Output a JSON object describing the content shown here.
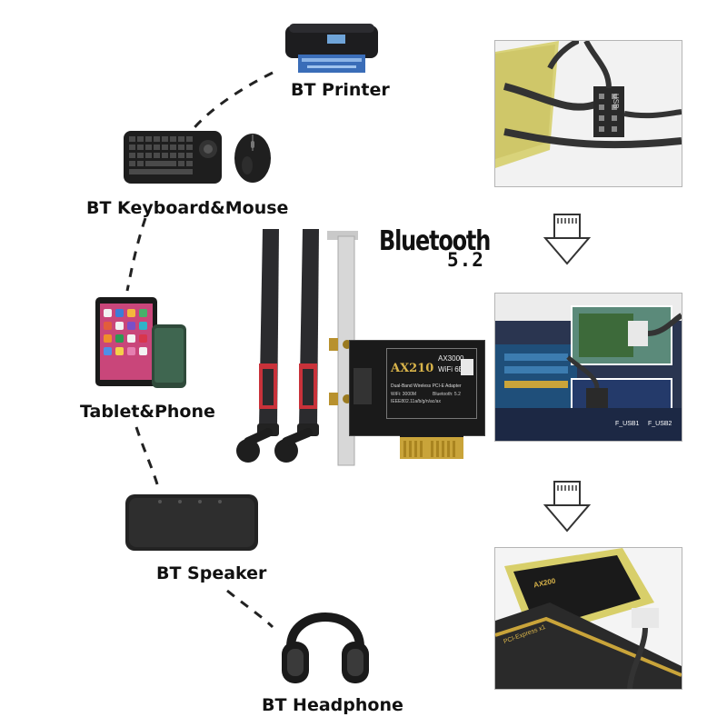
{
  "devices": {
    "printer_label": "BT Printer",
    "keyboard_mouse_label": "BT Keyboard&Mouse",
    "tablet_phone_label": "Tablet&Phone",
    "speaker_label": "BT Speaker",
    "headphone_label": "BT Headphone"
  },
  "adapter": {
    "bluetooth_title": "Bluetooth",
    "bluetooth_version": "5.2",
    "card_model": "AX210",
    "card_speed": "AX3000",
    "card_wifi": "WiFi 6E",
    "card_description": "Dual-Band Wireless PCI-E Adapter",
    "card_spec_wifi": "WiFi: 3000M",
    "card_spec_bt": "Bluetooth: 5.2",
    "card_spec_standard": "IEEE802.11a/b/g/n/ac/ax"
  },
  "install_steps": {
    "usb_header_label": "USB",
    "motherboard_label_1": "F_USB1",
    "motherboard_label_2": "F_USB2",
    "m2_card_label": "AX200",
    "m2_slot_label": "PCI-Express x1"
  },
  "colors": {
    "antenna_body": "#2b2b2e",
    "antenna_accent": "#c8323a",
    "card_pcb": "#1a1a1a",
    "bracket": "#d7d7d7",
    "arrow_stroke": "#333333"
  },
  "icons": [
    "printer-icon",
    "keyboard-icon",
    "mouse-icon",
    "tablet-icon",
    "phone-icon",
    "speaker-icon",
    "headphone-icon",
    "antenna-icon",
    "arrow-down-icon"
  ]
}
